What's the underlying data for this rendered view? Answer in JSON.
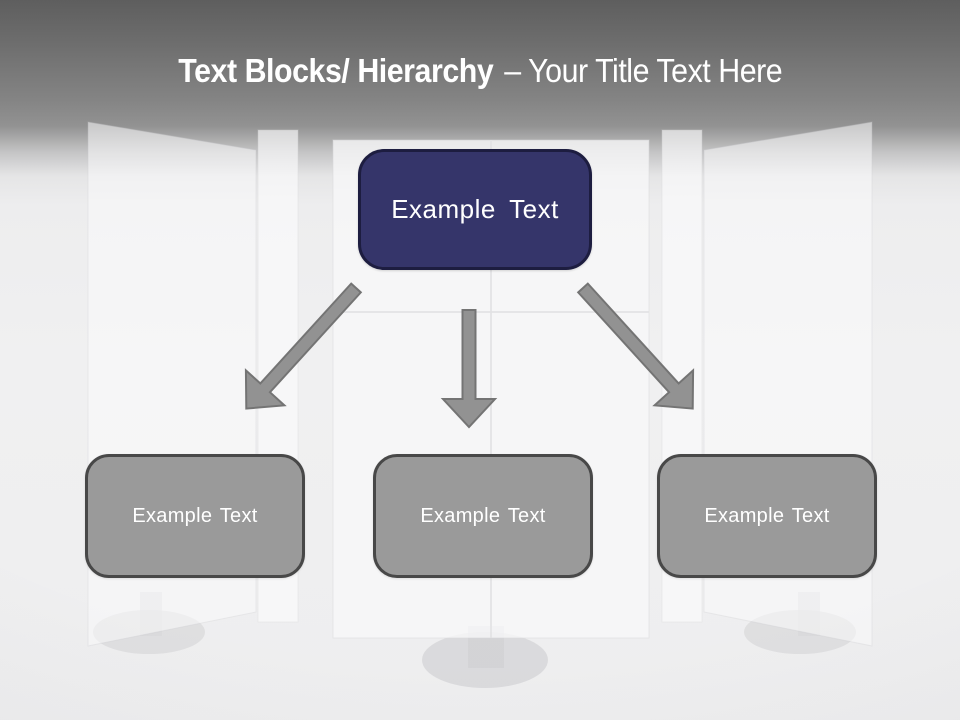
{
  "title": {
    "bold": "Text Blocks/ Hierarchy",
    "regular": "– Your Title Text Here"
  },
  "hierarchy": {
    "root": {
      "label": "Example Text"
    },
    "children": [
      {
        "label": "Example Text"
      },
      {
        "label": "Example Text"
      },
      {
        "label": "Example Text"
      }
    ]
  },
  "icons": {
    "arrow_left": "arrow-down-left-icon",
    "arrow_center": "arrow-down-icon",
    "arrow_right": "arrow-down-right-icon"
  },
  "colors": {
    "root_fill": "#35356A",
    "root_border": "#1D1D40",
    "child_fill": "#9A9A9A",
    "child_border": "#484848",
    "arrow_fill": "#929292",
    "arrow_stroke": "#747474",
    "title_text": "#FFFFFF",
    "header_gradient_top": "#5E5E5E",
    "body_background": "#EFEFF0"
  }
}
